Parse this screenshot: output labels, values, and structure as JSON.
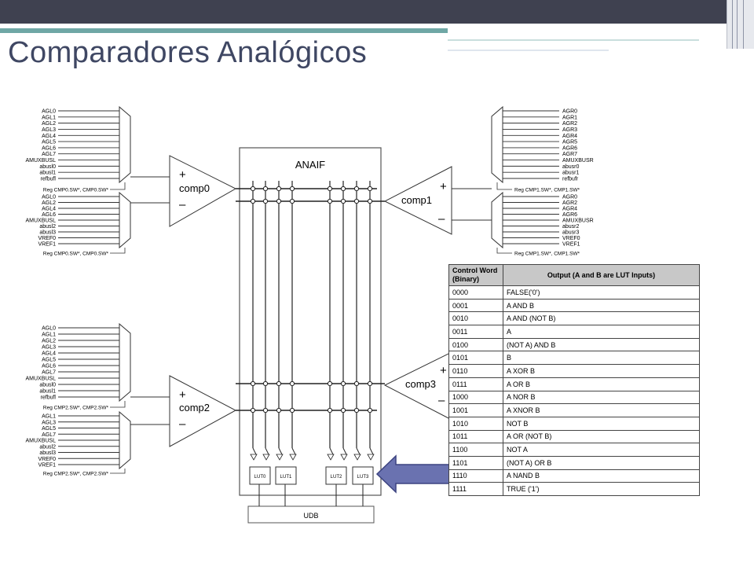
{
  "slide": {
    "title": "Comparadores Analógicos"
  },
  "diagram": {
    "anaif_label": "ANAIF",
    "udb_label": "UDB",
    "comparators": [
      "comp0",
      "comp1",
      "comp2",
      "comp3"
    ],
    "luts": [
      "LUT0",
      "LUT1",
      "LUT2",
      "LUT3"
    ],
    "plus_sign": "+",
    "minus_sign": "–",
    "mux_groups": [
      {
        "id": "comp0-plus",
        "inputs": [
          "AGL0",
          "AGL1",
          "AGL2",
          "AGL3",
          "AGL4",
          "AGL5",
          "AGL6",
          "AGL7",
          "AMUXBUSL",
          "abusl0",
          "abusl1",
          "refbufl"
        ],
        "reg": "Reg CMP0.SW*, CMP0.SW*"
      },
      {
        "id": "comp0-minus",
        "inputs": [
          "AGL0",
          "AGL2",
          "AGL4",
          "AGL6",
          "AMUXBUSL",
          "abusl2",
          "abusl3",
          "VREF0",
          "VREF1"
        ],
        "reg": "Reg CMP0.SW*, CMP0.SW*"
      },
      {
        "id": "comp1-plus",
        "inputs": [
          "AGR0",
          "AGR1",
          "AGR2",
          "AGR3",
          "AGR4",
          "AGR5",
          "AGR6",
          "AGR7",
          "AMUXBUSR",
          "abusr0",
          "abusr1",
          "refbufr"
        ],
        "reg": "Reg CMP1.SW*, CMP1.SW*"
      },
      {
        "id": "comp1-minus",
        "inputs": [
          "AGR0",
          "AGR2",
          "AGR4",
          "AGR6",
          "AMUXBUSR",
          "abusr2",
          "abusr3",
          "VREF0",
          "VREF1"
        ],
        "reg": "Reg CMP1.SW*, CMP1.SW*"
      },
      {
        "id": "comp2-plus",
        "inputs": [
          "AGL0",
          "AGL1",
          "AGL2",
          "AGL3",
          "AGL4",
          "AGL5",
          "AGL6",
          "AGL7",
          "AMUXBUSL",
          "abusl0",
          "abusl1",
          "refbufl"
        ],
        "reg": "Reg CMP2.SW*, CMP2.SW*"
      },
      {
        "id": "comp2-minus",
        "inputs": [
          "AGL1",
          "AGL3",
          "AGL5",
          "AGL7",
          "AMUXBUSL",
          "abusl2",
          "abusl3",
          "VREF0",
          "VREF1"
        ],
        "reg": "Reg CMP2.SW*, CMP2.SW*"
      }
    ]
  },
  "table": {
    "headers": [
      "Control Word (Binary)",
      "Output (A and B are LUT Inputs)"
    ],
    "rows": [
      [
        "0000",
        "FALSE('0')"
      ],
      [
        "0001",
        "A AND B"
      ],
      [
        "0010",
        "A AND (NOT B)"
      ],
      [
        "0011",
        "A"
      ],
      [
        "0100",
        "(NOT A) AND B"
      ],
      [
        "0101",
        "B"
      ],
      [
        "0110",
        "A XOR B"
      ],
      [
        "0111",
        "A OR B"
      ],
      [
        "1000",
        "A NOR B"
      ],
      [
        "1001",
        "A XNOR B"
      ],
      [
        "1010",
        "NOT B"
      ],
      [
        "1011",
        "A OR (NOT B)"
      ],
      [
        "1100",
        "NOT A"
      ],
      [
        "1101",
        "(NOT A) OR B"
      ],
      [
        "1110",
        "A NAND B"
      ],
      [
        "1111",
        "TRUE ('1')"
      ]
    ]
  },
  "colors": {
    "title": "#3f4763",
    "top_bar": "#3f4150",
    "accent_teal": "#6fa7a5",
    "arrow_fill": "#6a72b0",
    "table_header": "#c8c8c8"
  },
  "icons": {
    "pointer": "arrow-left-icon"
  }
}
